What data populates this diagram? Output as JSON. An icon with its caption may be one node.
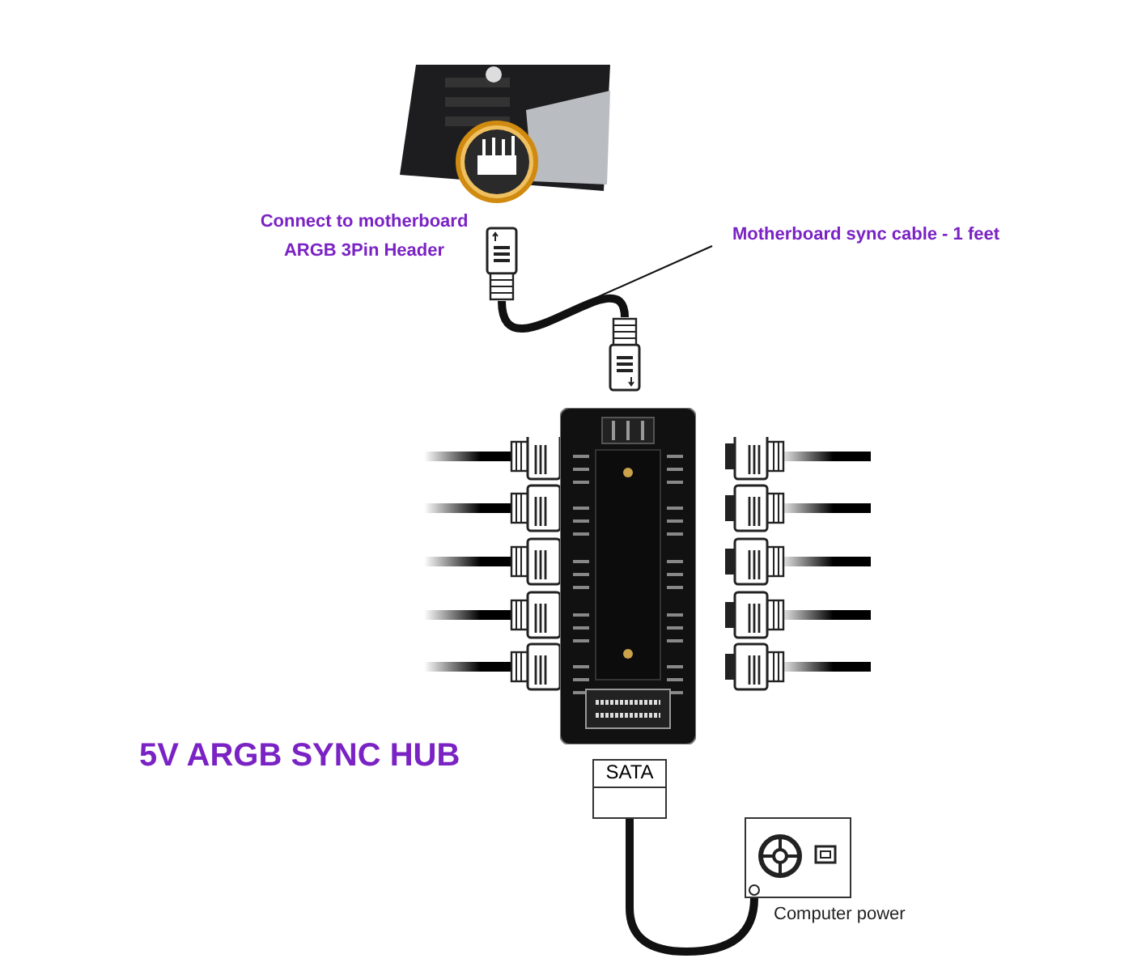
{
  "diagram": {
    "title": "5V ARGB SYNC HUB",
    "nodes": [
      {
        "text": [],
        "shape": "picture"
      },
      {
        "text": [],
        "shape": "box"
      },
      {
        "text": [],
        "shape": "box"
      },
      {
        "text": [],
        "shape": "picture"
      },
      {
        "text": [
          "SATA"
        ]
      },
      {
        "text": [],
        "shape": "box",
        "beside": [
          "Computer power"
        ]
      },
      {
        "text": [
          "Motherboard sync cable - 1 feet"
        ]
      }
    ],
    "edges": [
      {
        "from": 1,
        "to": 2,
        "arrow": "none"
      },
      {
        "from": 4,
        "to": 5,
        "arrow": "none"
      },
      {
        "from": 6,
        "to": null,
        "arrow": "none"
      }
    ],
    "labels": [
      "Connect to motherboard ARGB 3Pin Header"
    ]
  }
}
